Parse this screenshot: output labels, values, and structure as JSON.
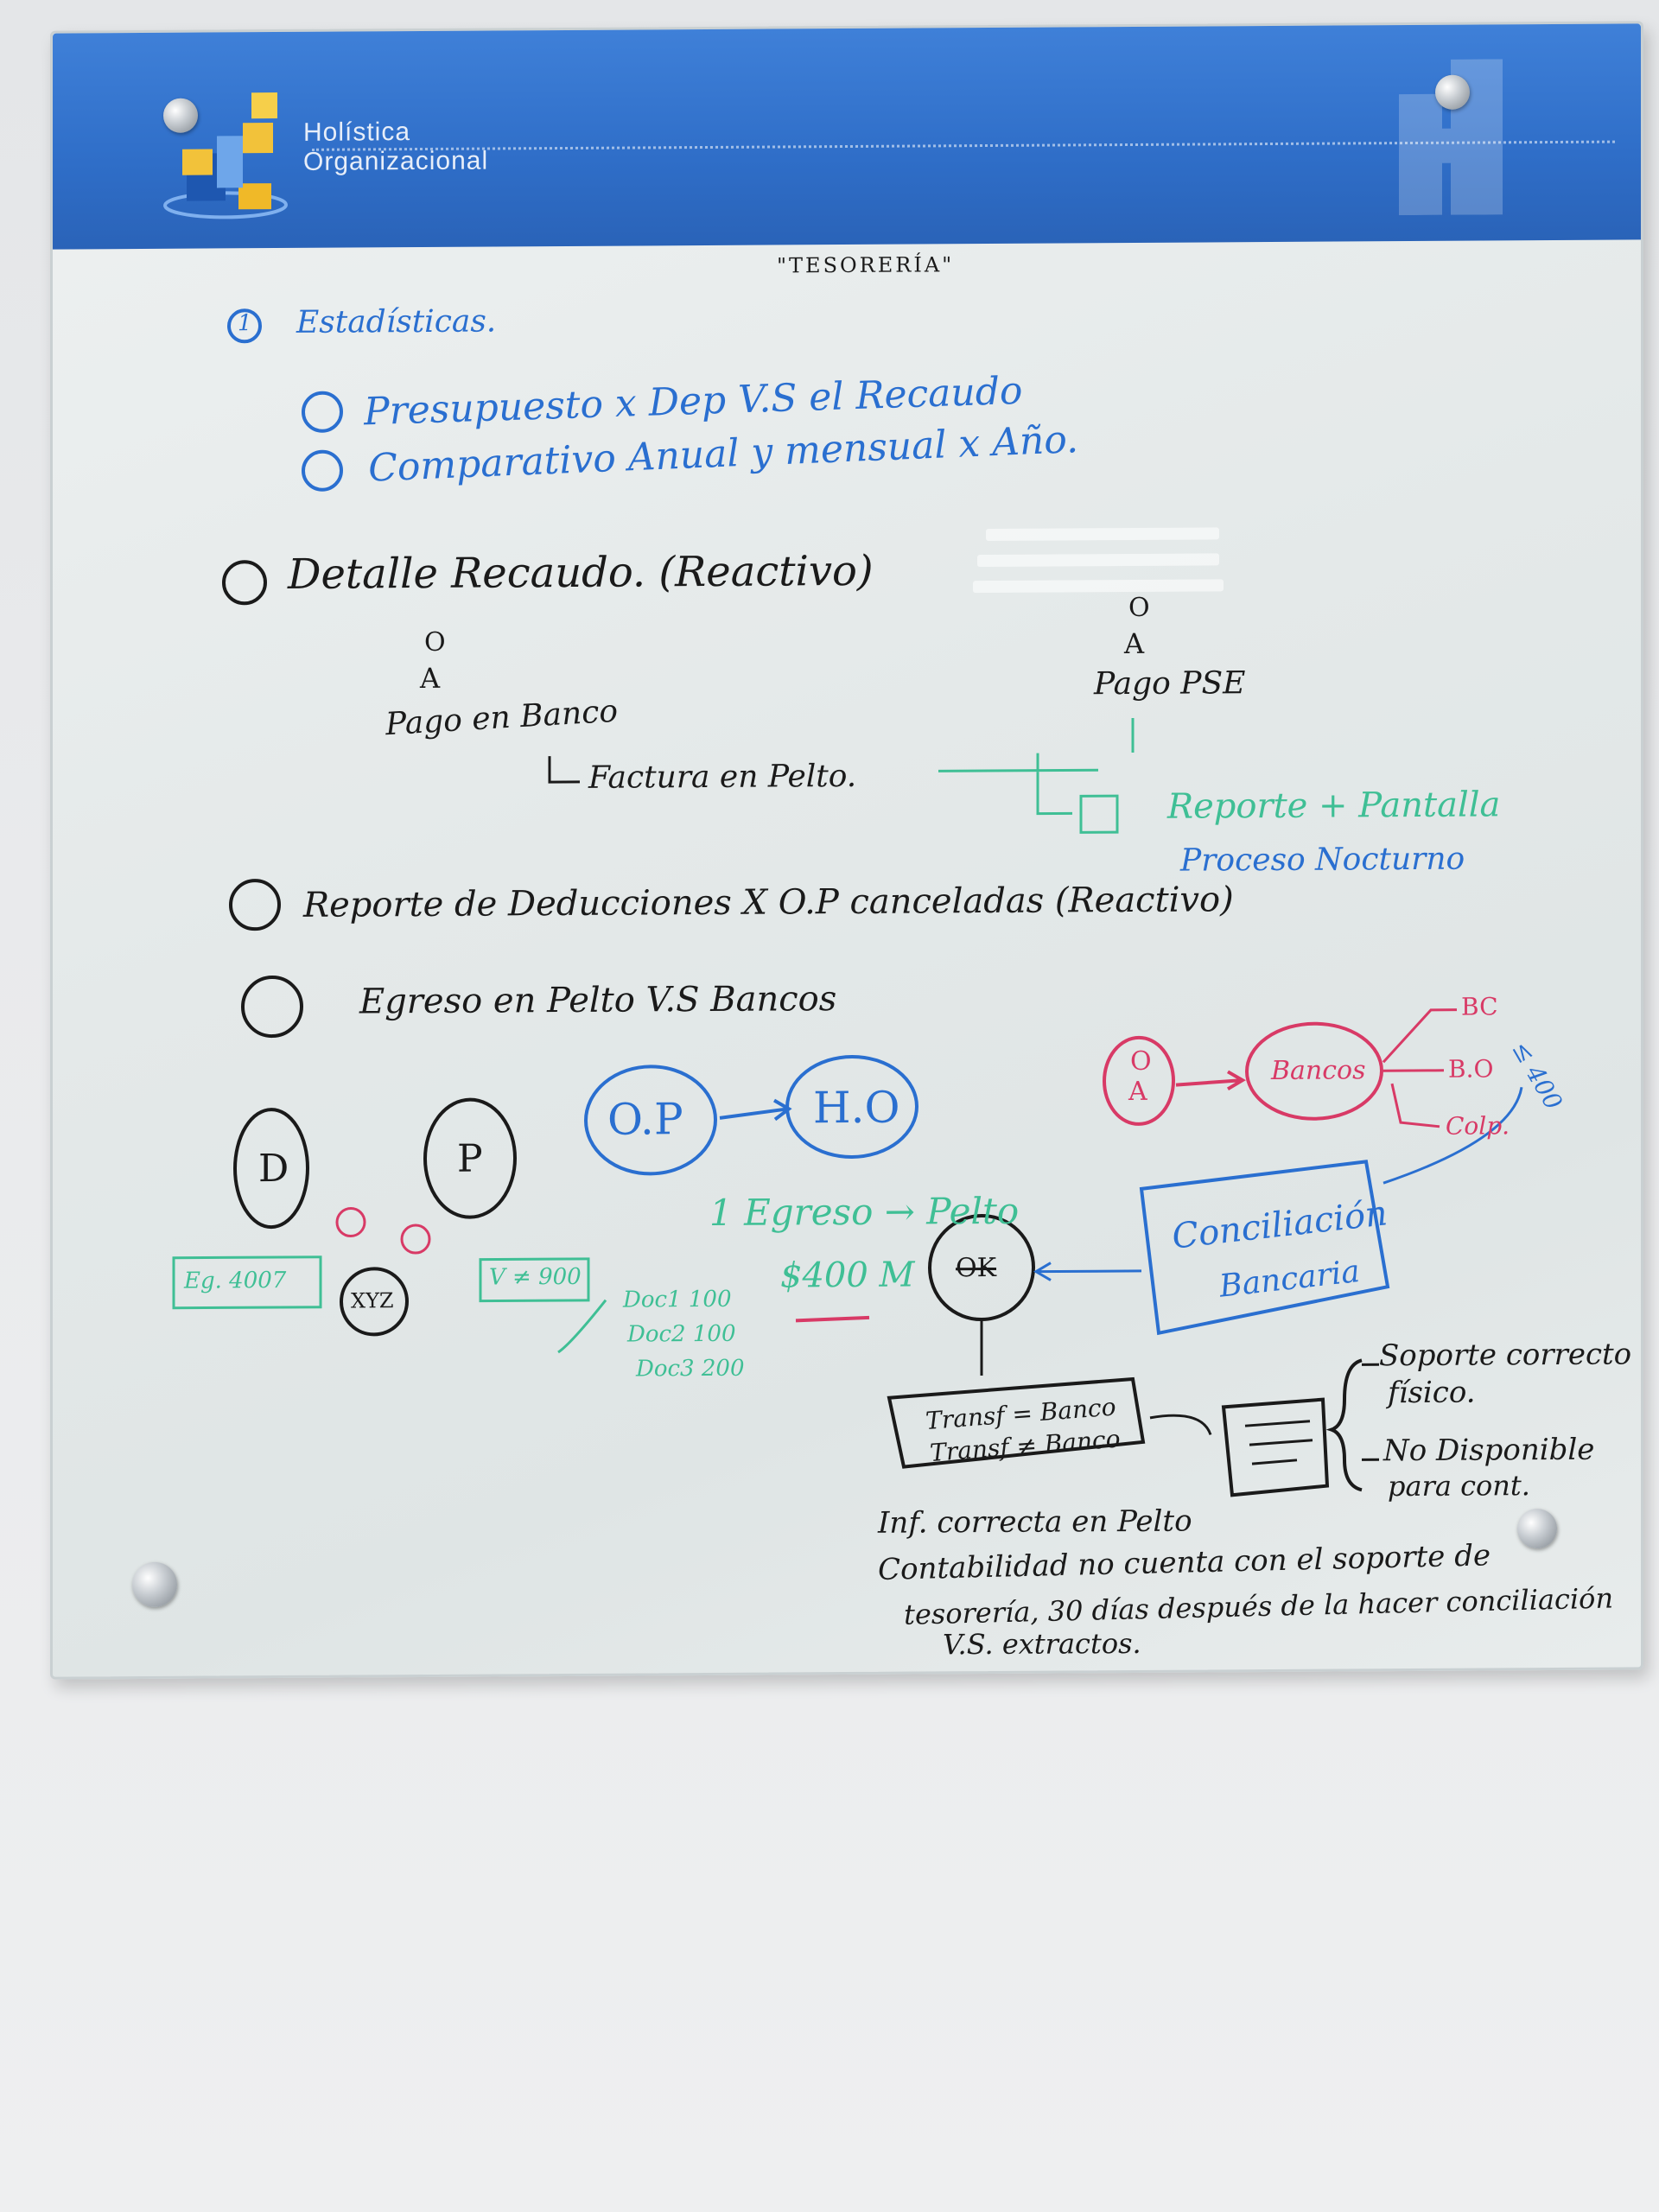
{
  "header": {
    "brand_line1": "Holística",
    "brand_line2": "Organizacional"
  },
  "board": {
    "title": "\"TESORERÍA\"",
    "s1": {
      "num": "1",
      "label": "Estadísticas.",
      "i1": "Presupuesto x Dep V.S el Recaudo",
      "i2": "Comparativo Anual y mensual x Año."
    },
    "s2": {
      "label": "Detalle Recaudo. (Reactivo)",
      "o_left": "O",
      "a_left": "A",
      "pago_banco": "Pago en Banco",
      "factura": "Factura en Pelto.",
      "o_right": "O",
      "a_right": "A",
      "pago_pse": "Pago PSE",
      "reporte": "Reporte + Pantalla",
      "proceso": "Proceso Nocturno"
    },
    "s3": {
      "label": "Reporte de Deducciones X O.P canceladas (Reactivo)"
    },
    "s4": {
      "label": "Egreso en Pelto V.S Bancos"
    },
    "diagram": {
      "d": "D",
      "p": "P",
      "xyz": "XYZ",
      "eg": "Eg. 4007",
      "v_r": "V ≠ 900",
      "op": "O.P",
      "ho": "H.O",
      "egreso_pelto": "1 Egreso → Pelto",
      "doc1": "Doc1 100",
      "doc2": "Doc2 100",
      "doc3": "Doc3 200",
      "monto": "$400 M",
      "ok": "OK",
      "oa_o": "O",
      "oa_a": "A",
      "bancos": "Bancos",
      "bc": "BC",
      "bbo": "B.O",
      "colp": "Colp.",
      "limit": "≤ 400",
      "conciliacion1": "Conciliación",
      "conciliacion2": "Bancaria",
      "transf1": "Transf = Banco",
      "transf2": "Transf ≠ Banco",
      "soporte1": "Soporte correcto",
      "soporte2": "físico.",
      "nodisp1": "No Disponible",
      "nodisp2": "para cont.",
      "nota1": "Inf. correcta en Pelto",
      "nota2a": "Contabilidad no cuenta con el soporte de",
      "nota2b": "tesorería, 30 días después de la hacer conciliación",
      "nota2c": "V.S. extractos."
    }
  }
}
